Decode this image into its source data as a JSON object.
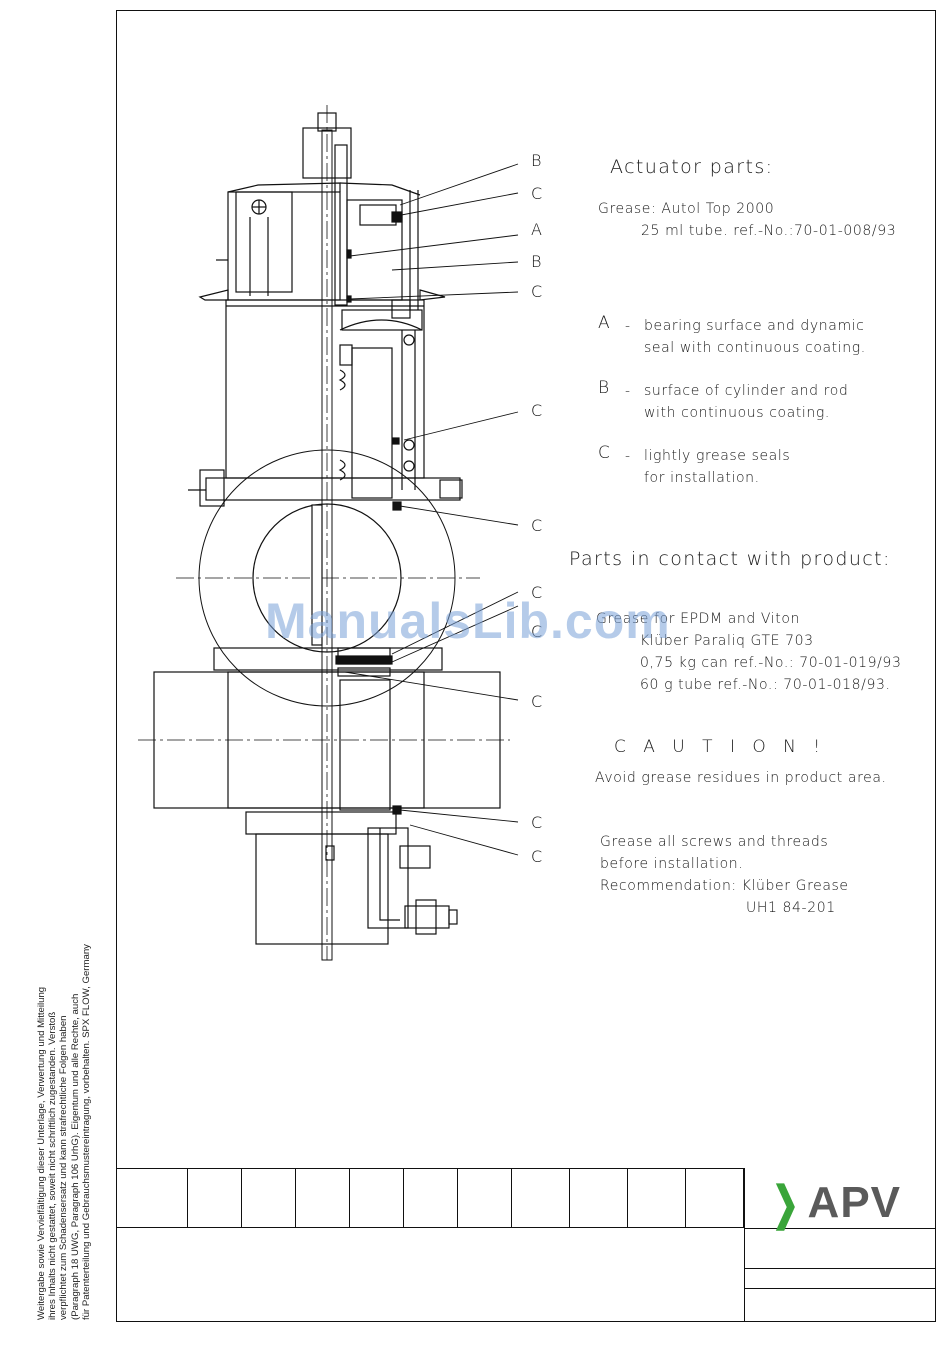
{
  "side_note": [
    "Weitergabe sowie Vervielfältigung dieser Unterlage, Verwertung und Mitteilung",
    "ihres Inhalts nicht gestattet, soweit nicht schriftlich zugestanden. Verstoß",
    "verpflichtet zum Schadensersatz und kann strafrechtliche Folgen haben",
    "(Paragraph 18 UWG, Paragraph 106 UrhG). Eigentum und alle Rechte, auch",
    "für Patenterteilung und Gebrauchsmustereintragung, vorbehalten. SPX FLOW, Germany"
  ],
  "actuator": {
    "title": "Actuator parts:",
    "grease_line": "Grease: Autol Top 2000",
    "tube_line": "25 ml tube. ref.-No.:70-01-008/93",
    "legend": [
      {
        "letter": "A",
        "dash": "-",
        "line1": "bearing surface and dynamic",
        "line2": "seal with continuous coating."
      },
      {
        "letter": "B",
        "dash": "-",
        "line1": "surface of cylinder and rod",
        "line2": "with continuous coating."
      },
      {
        "letter": "C",
        "dash": "-",
        "line1": "lightly grease seals",
        "line2": "for installation."
      }
    ]
  },
  "product": {
    "title": "Parts in contact with product:",
    "lines": [
      "Grease for EPDM and Viton",
      "Klüber Paraliq GTE 703",
      "0,75 kg can ref.-No.: 70-01-019/93",
      "60 g tube ref.-No.: 70-01-018/93."
    ]
  },
  "caution": {
    "title": "C A U T I O N !",
    "text": "Avoid grease residues in product area."
  },
  "screws": {
    "lines": [
      "Grease all screws and threads",
      "before installation.",
      "Recommendation: Klüber Grease",
      "UH1 84-201"
    ]
  },
  "callouts": [
    "B",
    "C",
    "A",
    "B",
    "C",
    "C",
    "C",
    "C",
    "C",
    "C",
    "C",
    "C"
  ],
  "watermark": "ManualsLib.com",
  "logo": {
    "text": "APV",
    "mark_color": "#3aa53a"
  }
}
